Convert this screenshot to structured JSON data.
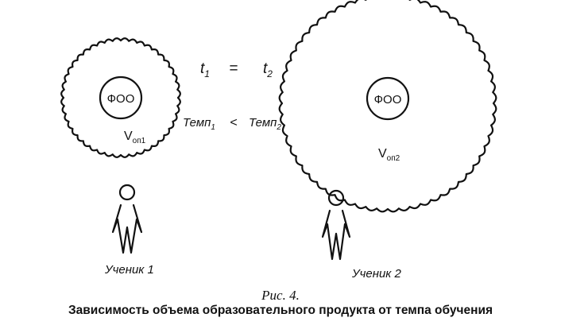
{
  "circle1": {
    "core_label": "ФОО",
    "volume_main": "V",
    "volume_sub": "оп1"
  },
  "circle2": {
    "core_label": "ФОО",
    "volume_main": "V",
    "volume_sub": "оп2"
  },
  "time_eq": {
    "left": "t",
    "left_sub": "1",
    "op": "=",
    "right": "t",
    "right_sub": "2"
  },
  "tempo": {
    "left": "Темп",
    "left_sub": "1",
    "op": "<",
    "right": "Темп",
    "right_sub": "2"
  },
  "student1": {
    "label": "Ученик 1"
  },
  "student2": {
    "label": "Ученик 2"
  },
  "caption": {
    "figure": "Рис. 4.",
    "title": "Зависимость объема образовательного продукта от темпа обучения"
  }
}
